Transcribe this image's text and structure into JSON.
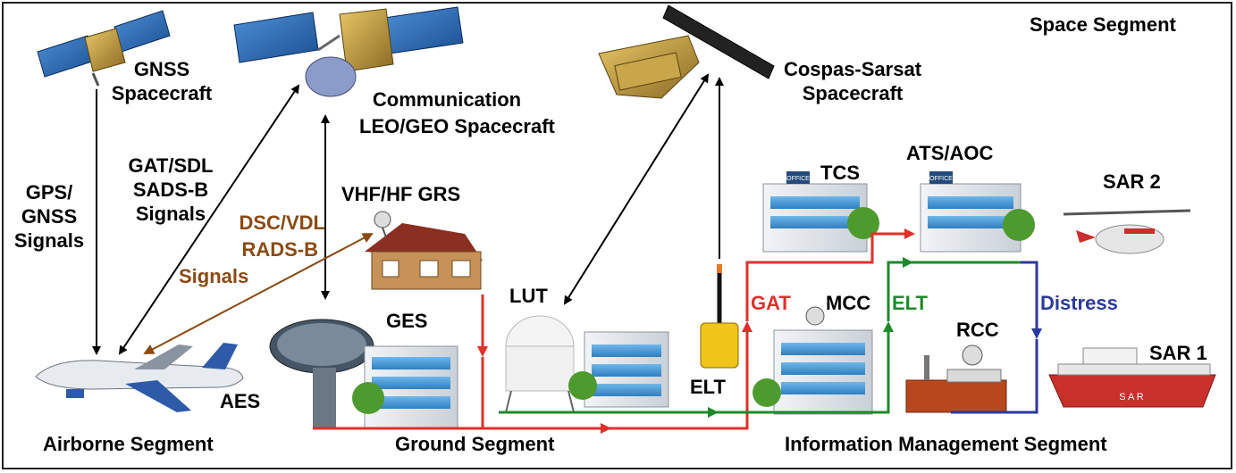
{
  "segments": {
    "space": "Space Segment",
    "airborne": "Airborne Segment",
    "ground": "Ground Segment",
    "info_mgmt": "Information Management Segment"
  },
  "nodes": {
    "gnss_line1": "GNSS",
    "gnss_line2": "Spacecraft",
    "comm_line1": "Communication",
    "comm_line2": "LEO/GEO Spacecraft",
    "cospas_line1": "Cospas-Sarsat",
    "cospas_line2": "Spacecraft",
    "vhf_grs": "VHF/HF GRS",
    "ges": "GES",
    "aes": "AES",
    "lut": "LUT",
    "elt_device": "ELT",
    "mcc": "MCC",
    "rcc": "RCC",
    "tcs": "TCS",
    "ats_aoc": "ATS/AOC",
    "sar1": "SAR 1",
    "sar2": "SAR 2",
    "ship_hull_text": "S A R",
    "office_sign": "OFFICE"
  },
  "signals": {
    "gps_line1": "GPS/",
    "gps_line2": "GNSS",
    "gps_line3": "Signals",
    "gat_line1": "GAT/SDL",
    "gat_line2": "SADS-B",
    "gat_line3": "Signals",
    "dsc_line1": "DSC/VDL",
    "dsc_line2": "RADS-B",
    "dsc_line3": "Signals"
  },
  "flows": {
    "gat": "GAT",
    "elt": "ELT",
    "distress": "Distress"
  },
  "colors": {
    "gat": "#e0302a",
    "elt": "#1f8a2a",
    "distress": "#2b3a9c",
    "dsc": "#8b4a14",
    "black": "#000000"
  }
}
